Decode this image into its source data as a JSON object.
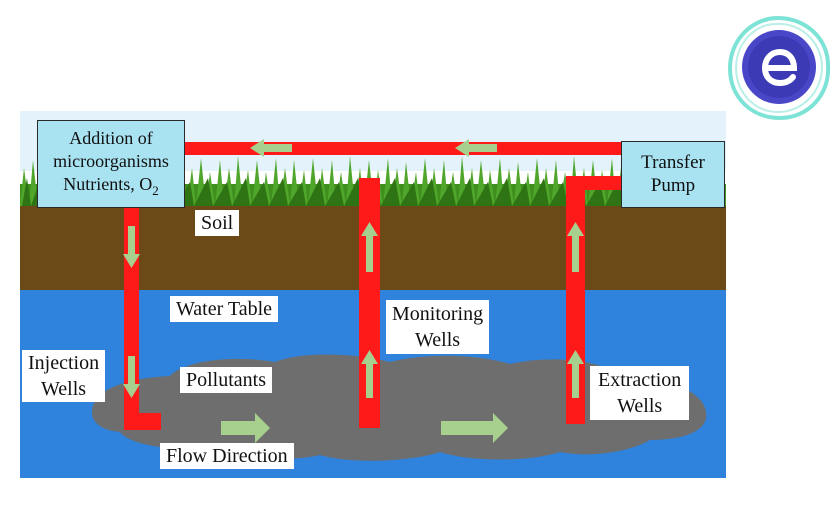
{
  "labels": {
    "nutrients_box": {
      "line1": "Addition of",
      "line2": "microorganisms",
      "line3_text": "Nutrients, O",
      "line3_sub": "2"
    },
    "transfer_pump": {
      "line1": "Transfer",
      "line2": "Pump"
    },
    "soil": "Soil",
    "water_table": "Water Table",
    "injection_wells": {
      "line1": "Injection",
      "line2": "Wells"
    },
    "pollutants": "Pollutants",
    "monitoring_wells": {
      "line1": "Monitoring",
      "line2": "Wells"
    },
    "extraction_wells": {
      "line1": "Extraction",
      "line2": "Wells"
    },
    "flow_direction": "Flow Direction"
  },
  "colors": {
    "sky": "#e3f2fb",
    "grass": "#3f8f1e",
    "soil": "#6b4a18",
    "water": "#2f83dc",
    "plume": "#6e6e6e",
    "pipe": "#ff1a1a",
    "arrow": "#a7cf8e",
    "box_fill": "#a9e2f1",
    "logo_ring": "#7de3d6",
    "logo_fill": "#4a46c8"
  },
  "icons": {
    "logo": "e-logo-icon"
  }
}
